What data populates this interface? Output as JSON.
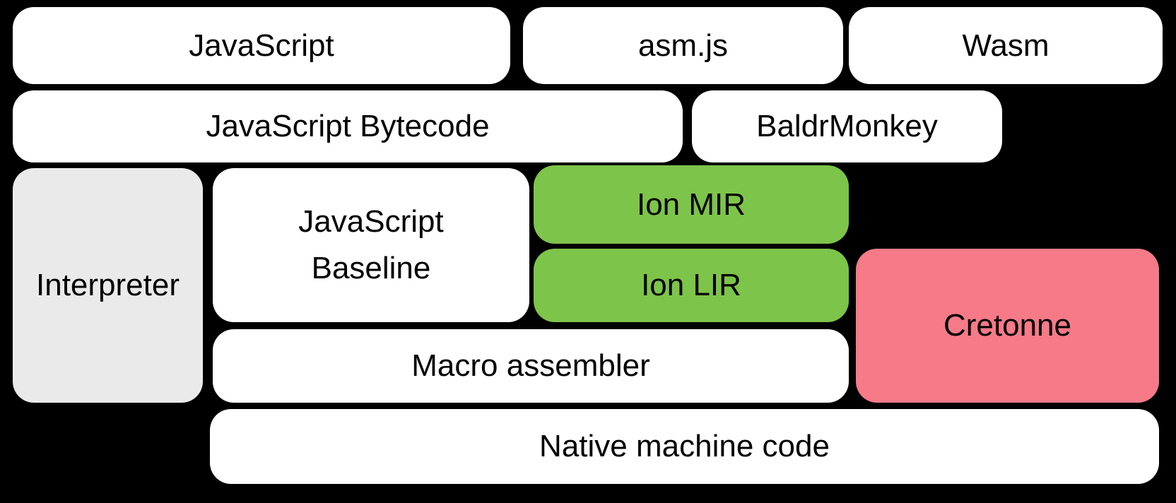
{
  "colors": {
    "background": "#000000",
    "box_white": "#ffffff",
    "box_gray": "#eaeaea",
    "box_green": "#7dc44a",
    "box_pink": "#f67a88",
    "text": "#000000"
  },
  "nodes": {
    "javascript": {
      "label": "JavaScript",
      "color": "box_white"
    },
    "asmjs": {
      "label": "asm.js",
      "color": "box_white"
    },
    "wasm": {
      "label": "Wasm",
      "color": "box_white"
    },
    "js_bytecode": {
      "label": "JavaScript Bytecode",
      "color": "box_white"
    },
    "baldrmonkey": {
      "label": "BaldrMonkey",
      "color": "box_white"
    },
    "interpreter": {
      "label": "Interpreter",
      "color": "box_gray"
    },
    "js_baseline": {
      "label": "JavaScript\nBaseline",
      "color": "box_white"
    },
    "ion_mir": {
      "label": "Ion MIR",
      "color": "box_green"
    },
    "ion_lir": {
      "label": "Ion LIR",
      "color": "box_green"
    },
    "cretonne": {
      "label": "Cretonne",
      "color": "box_pink"
    },
    "macro_assembler": {
      "label": "Macro assembler",
      "color": "box_white"
    },
    "native_machine_code": {
      "label": "Native machine code",
      "color": "box_white"
    }
  }
}
